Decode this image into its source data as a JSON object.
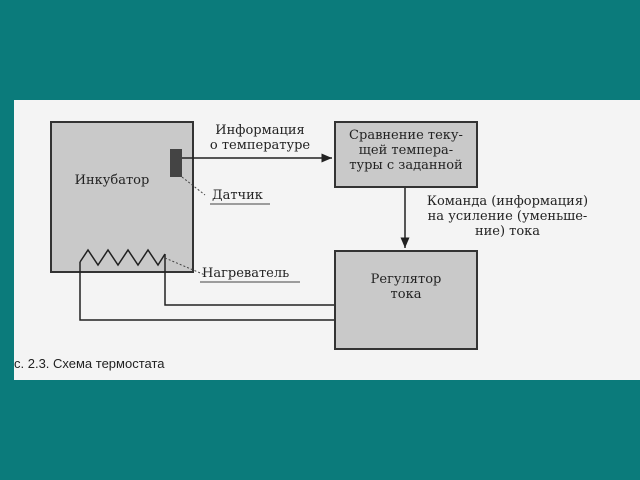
{
  "diagram": {
    "incubator": "Инкубатор",
    "sensor": "Датчик",
    "heater": "Нагреватель",
    "info_label": [
      "Информация",
      "о температуре"
    ],
    "compare_box": [
      "Сравнение теку-",
      "щей темпера-",
      "туры с заданной"
    ],
    "command_label": [
      "Команда (информация)",
      "на усиление (уменьше-",
      "ние) тока"
    ],
    "regulator_box": [
      "Регулятор",
      "тока"
    ],
    "caption": "с. 2.3. Схема термостата"
  },
  "colors": {
    "background": "#0b7b7b"
  }
}
